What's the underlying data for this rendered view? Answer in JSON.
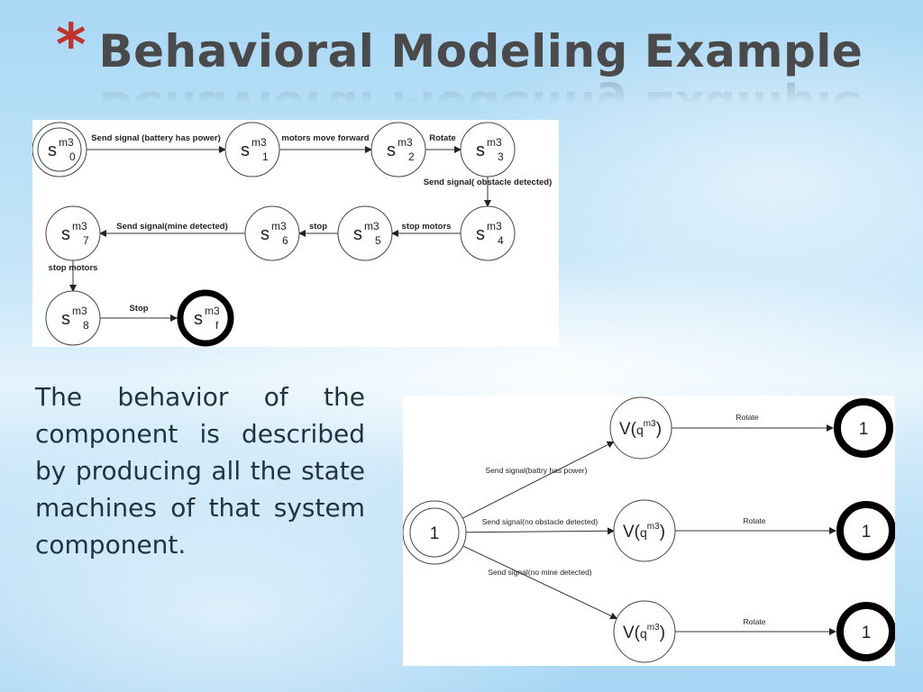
{
  "slide": {
    "title": "Behavioral Modeling Example",
    "bullet_glyph": "*",
    "title_color": "#4a4a4a",
    "bullet_color": "#c0322a",
    "description": "The behavior of the component is described by producing all the state machines of that system component."
  },
  "state_machine": {
    "states": [
      {
        "id": "s0",
        "base": "s",
        "sup": "m3",
        "sub": "0",
        "kind": "initial"
      },
      {
        "id": "s1",
        "base": "s",
        "sup": "m3",
        "sub": "1",
        "kind": "normal"
      },
      {
        "id": "s2",
        "base": "s",
        "sup": "m3",
        "sub": "2",
        "kind": "normal"
      },
      {
        "id": "s3",
        "base": "s",
        "sup": "m3",
        "sub": "3",
        "kind": "normal"
      },
      {
        "id": "s4",
        "base": "s",
        "sup": "m3",
        "sub": "4",
        "kind": "normal"
      },
      {
        "id": "s5",
        "base": "s",
        "sup": "m3",
        "sub": "5",
        "kind": "normal"
      },
      {
        "id": "s6",
        "base": "s",
        "sup": "m3",
        "sub": "6",
        "kind": "normal"
      },
      {
        "id": "s7",
        "base": "s",
        "sup": "m3",
        "sub": "7",
        "kind": "normal"
      },
      {
        "id": "s8",
        "base": "s",
        "sup": "m3",
        "sub": "8",
        "kind": "normal"
      },
      {
        "id": "sf",
        "base": "s",
        "sup": "m3",
        "sub": "f",
        "kind": "final"
      }
    ],
    "transitions": [
      {
        "from": "s0",
        "to": "s1",
        "label": "Send signal (battery has power)"
      },
      {
        "from": "s1",
        "to": "s2",
        "label": "motors move forward"
      },
      {
        "from": "s2",
        "to": "s3",
        "label": "Rotate"
      },
      {
        "from": "s3",
        "to": "s4",
        "label": "Send signal( obstacle detected)"
      },
      {
        "from": "s4",
        "to": "s5",
        "label": "stop motors"
      },
      {
        "from": "s5",
        "to": "s6",
        "label": "stop"
      },
      {
        "from": "s6",
        "to": "s7",
        "label": "Send signal(mine detected)"
      },
      {
        "from": "s7",
        "to": "s8",
        "label": "stop motors"
      },
      {
        "from": "s8",
        "to": "sf",
        "label": "Stop"
      }
    ]
  },
  "abstraction": {
    "root": {
      "label": "1",
      "kind": "initial"
    },
    "branches": [
      {
        "mid_base": "V(",
        "mid_sup": "m3",
        "mid_var": "q",
        "mid_close": ")",
        "in_label": "Send signal(battry has power)",
        "out_label": "Rotate",
        "end_label": "1"
      },
      {
        "mid_base": "V(",
        "mid_sup": "m3",
        "mid_var": "q",
        "mid_close": ")",
        "in_label": "Send signal(no obstacle detected)",
        "out_label": "Rotate",
        "end_label": "1"
      },
      {
        "mid_base": "V(",
        "mid_sup": "m3",
        "mid_var": "q",
        "mid_close": ")",
        "in_label": "Send signal(no mine detected)",
        "out_label": "Rotate",
        "end_label": "1"
      }
    ]
  }
}
